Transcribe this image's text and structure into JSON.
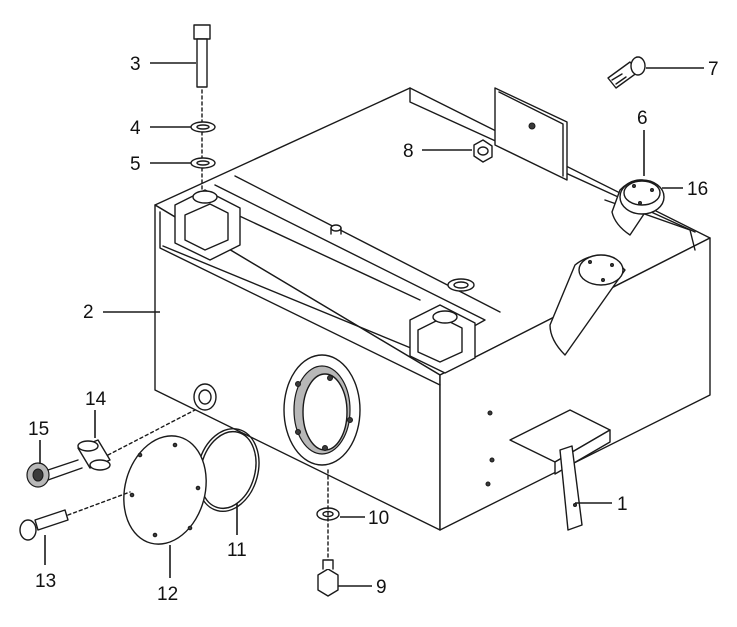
{
  "callouts": {
    "c1": "1",
    "c2": "2",
    "c3": "3",
    "c4": "4",
    "c5": "5",
    "c6": "6",
    "c7": "7",
    "c8": "8",
    "c9": "9",
    "c10": "10",
    "c11": "11",
    "c12": "12",
    "c13": "13",
    "c14": "14",
    "c15": "15",
    "c16": "16"
  },
  "colors": {
    "line": "#1a1a1a",
    "background": "#ffffff",
    "watermark": "#cfcfcf"
  }
}
